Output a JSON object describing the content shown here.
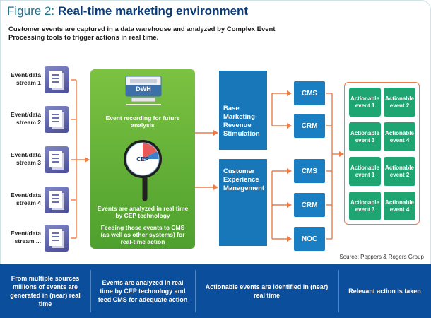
{
  "header": {
    "figure_label": "Figure 2:",
    "title": "Real-time marketing environment",
    "subtitle": "Customer events are captured in a data warehouse and analyzed by Complex Event Processing tools to trigger actions in real time."
  },
  "streams": [
    {
      "label": "Event/data stream 1"
    },
    {
      "label": "Event/data stream 2"
    },
    {
      "label": "Event/data stream 3"
    },
    {
      "label": "Event/data stream 4"
    },
    {
      "label": "Event/data stream ..."
    }
  ],
  "analysis": {
    "dwh_label": "DWH",
    "recording_text": "Event recording for future analysis",
    "cep_label": "CEP",
    "analyzed_text": "Events are analyzed in real time by CEP technology",
    "feeding_text": "Feeding those events to CMS (as well as other systems) for real-time action"
  },
  "targets": {
    "base": "Base Marketing-Revenue Stimulation",
    "cem": "Customer Experience Management"
  },
  "systems": {
    "base": [
      "CMS",
      "CRM"
    ],
    "cem": [
      "CMS",
      "CRM",
      "NOC"
    ]
  },
  "actions": [
    "Actionable event 1",
    "Actionable event 2",
    "Actionable event 3",
    "Actionable event 4",
    "Actionable event 1",
    "Actionable event 2",
    "Actionable event 3",
    "Actionable event 4"
  ],
  "source": "Source: Peppers & Rogers Group",
  "footer": [
    "From multiple sources millions of events are generated in (near) real time",
    "Events are analyzed in real time by CEP technology and feed CMS for adequate action",
    "Actionable events are identified in (near) real time",
    "Relevant action is taken"
  ],
  "colors": {
    "title_blue": "#0b3c7a",
    "green_panel": "#5db232",
    "blue_box": "#1877b8",
    "action_green": "#1fa572",
    "connector_orange": "#ef7b44",
    "footer_blue": "#0b4f9c"
  }
}
